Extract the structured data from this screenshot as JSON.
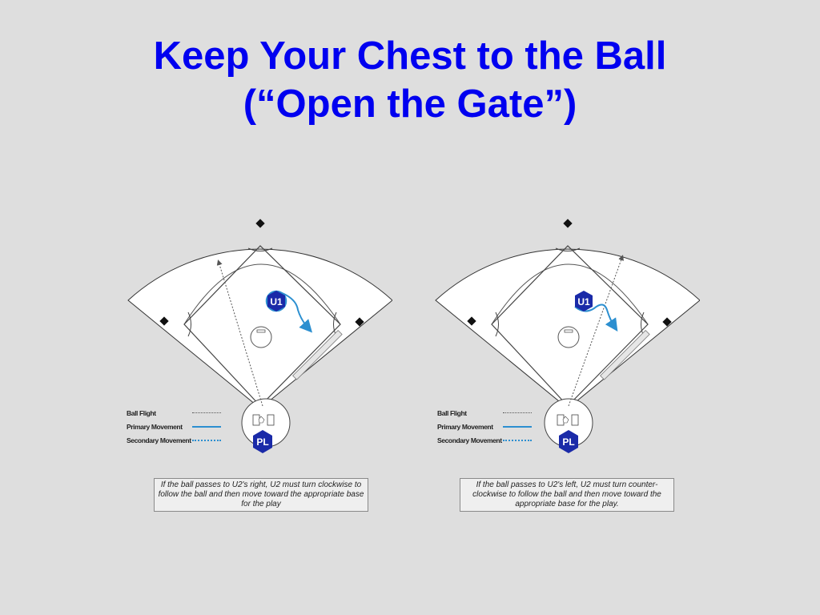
{
  "title": {
    "line1": "Keep Your Chest to the Ball",
    "line2": "(“Open the Gate”)"
  },
  "colors": {
    "title": "#0000f0",
    "umpire_badge": "#1a2aa8",
    "movement_line": "#2c8fd0",
    "background": "#dedede"
  },
  "legend": {
    "ball_flight": "Ball Flight",
    "primary_movement": "Primary Movement",
    "secondary_movement": "Secondary Movement"
  },
  "umpires": {
    "u1": "U1",
    "pl": "PL"
  },
  "diagrams": [
    {
      "ball_direction": "right",
      "turn": "clockwise",
      "caption": "If the ball passes to U2's right, U2 must turn clockwise to follow the ball and then move toward the appropriate base for the play"
    },
    {
      "ball_direction": "left",
      "turn": "counter-clockwise",
      "caption": "If the ball passes to U2's left, U2 must turn counter-clockwise to follow the ball and then move toward the appropriate base for the play."
    }
  ]
}
